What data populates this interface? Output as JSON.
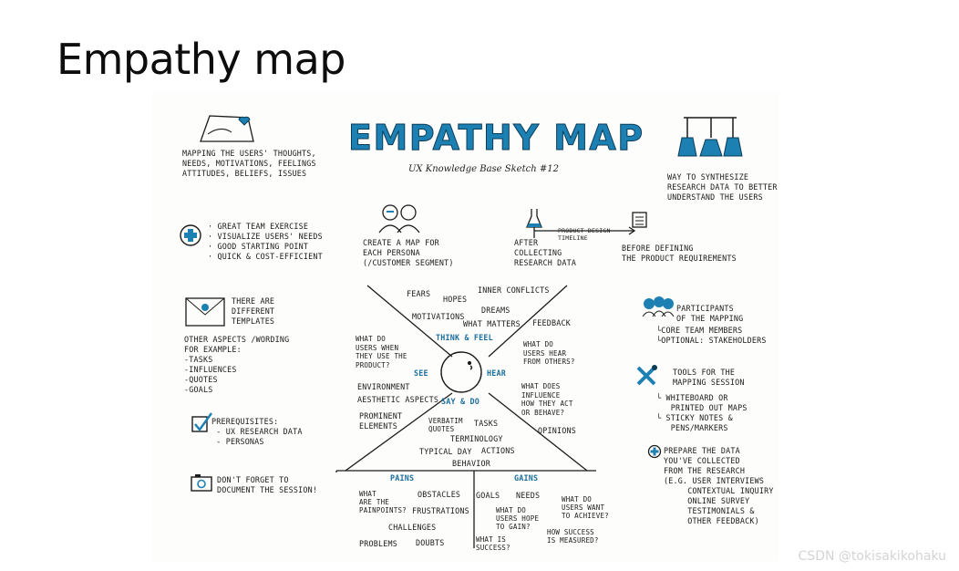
{
  "slide": {
    "title": "Empathy map"
  },
  "sketch": {
    "title": "EMPATHY MAP",
    "subtitle": "UX Knowledge Base Sketch #12",
    "top_left": "MAPPING THE USERS' THOUGHTS,\nNEEDS, MOTIVATIONS, FEELINGS\nATTITUDES, BELIEFS, ISSUES",
    "benefits": "· GREAT TEAM EXERCISE\n· VISUALIZE USERS' NEEDS\n· GOOD STARTING POINT\n· QUICK & COST-EFFICIENT",
    "templates": "THERE ARE\nDIFFERENT\nTEMPLATES",
    "aspects": "OTHER ASPECTS /WORDING\nFOR EXAMPLE:\n-TASKS\n-INFLUENCES\n-QUOTES\n-GOALS",
    "prerequisites": "PREREQUISITES:\n - UX RESEARCH DATA\n - PERSONAS",
    "document": "DON'T FORGET TO\nDOCUMENT THE SESSION!",
    "persona": "CREATE A MAP FOR\nEACH PERSONA\n(/CUSTOMER SEGMENT)",
    "after": "AFTER\nCOLLECTING\nRESEARCH DATA",
    "timeline": "PRODUCT DESIGN\nTIMELINE",
    "before": "BEFORE DEFINING\nTHE PRODUCT REQUIREMENTS",
    "synthesize": "WAY TO SYNTHESIZE\nRESEARCH DATA TO BETTER\nUNDERSTAND THE USERS",
    "participants": "PARTICIPANTS\nOF THE MAPPING",
    "participant_items": "└CORE TEAM MEMBERS\n└OPTIONAL: STAKEHOLDERS",
    "tools": "TOOLS FOR THE\nMAPPING SESSION",
    "tool_items": "└ WHITEBOARD OR\n   PRINTED OUT MAPS\n└ STICKY NOTES &\n   PENS/MARKERS",
    "prepare": "PREPARE THE DATA\nYOU'VE COLLECTED\nFROM THE RESEARCH\n(E.G. USER INTERVIEWS\n     CONTEXTUAL INQUIRY\n     ONLINE SURVEY\n     TESTIMONIALS &\n     OTHER FEEDBACK)",
    "quadrants": {
      "think_feel": "THINK & FEEL",
      "see": "SEE",
      "hear": "HEAR",
      "say_do": "SAY & DO",
      "pains": "PAINS",
      "gains": "GAINS"
    },
    "think_words": {
      "fears": "FEARS",
      "hopes": "HOPES",
      "inner": "INNER CONFLICTS",
      "dreams": "DREAMS",
      "motivations": "MOTIVATIONS",
      "matters": "WHAT MATTERS",
      "feedback": "FEEDBACK"
    },
    "see_words": {
      "question": "WHAT DO\nUSERS WHEN\nTHEY USE THE\nPRODUCT?",
      "environment": "ENVIRONMENT",
      "aesthetic": "AESTHETIC ASPECTS",
      "prominent": "PROMINENT\nELEMENTS"
    },
    "hear_words": {
      "question": "WHAT DO\nUSERS HEAR\nFROM OTHERS?",
      "influence": "WHAT DOES\nINFLUENCE\nHOW THEY ACT\nOR BEHAVE?",
      "opinions": "OPINIONS"
    },
    "say_words": {
      "verbatim": "VERBATIM\nQUOTES",
      "tasks": "TASKS",
      "terminology": "TERMINOLOGY",
      "typical": "TYPICAL DAY",
      "actions": "ACTIONS",
      "behavior": "BEHAVIOR"
    },
    "pains_words": {
      "what": "WHAT\nARE THE\nPAINPOINTS?",
      "obstacles": "OBSTACLES",
      "frustrations": "FRUSTRATIONS",
      "challenges": "CHALLENGES",
      "problems": "PROBLEMS",
      "doubts": "DOUBTS"
    },
    "gains_words": {
      "goals": "GOALS",
      "needs": "NEEDS",
      "hope": "WHAT DO\nUSERS HOPE\nTO GAIN?",
      "achieve": "WHAT DO\nUSERS WANT\nTO ACHIEVE?",
      "success": "WHAT IS\nSUCCESS?",
      "measured": "HOW SUCCESS\nIS MEASURED?"
    }
  },
  "watermark": "CSDN @tokisakikohaku",
  "colors": {
    "accent": "#1d80b3",
    "ink": "#1b1b1b"
  }
}
